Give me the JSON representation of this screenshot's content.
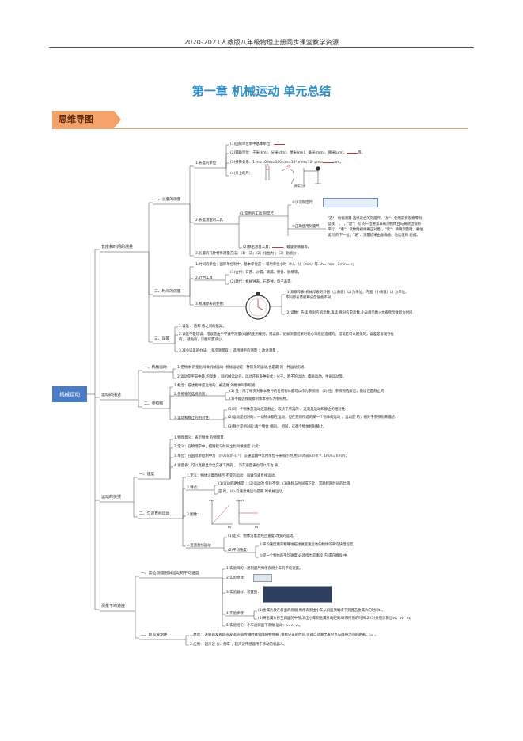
{
  "header": {
    "text": "2020-2021人教版八年级物理上册同步课堂教学资源"
  },
  "title": "第一章 机械运动 单元总结",
  "banner": "思维导图",
  "root": "机械运动",
  "level1": [
    "长度和时间的测量",
    "运动的描述",
    "运动的快慢",
    "测量平均速度"
  ],
  "level2": {
    "length": "一、长度的测量",
    "time": "二、时间的测量",
    "error": "三、误差",
    "mech": "一、机械运动",
    "ref": "二、参照物",
    "speed": "一、速度",
    "uniform": "二、匀速直线运动",
    "exp": "一、实验:测量物体运动的平均速度",
    "ultra": "二、超声波测距"
  },
  "length": {
    "unit": "1.长度的单位",
    "unit_items": [
      "(1)国际单位制中基本单位：",
      "(2)辅助单位：千米(km)、分米(dm)、厘米(cm)、毫米(mm)、微米(μm)、",
      "(3)换算关系：1 m=10dm=100 cm=10³ mm=10⁶ μm=",
      "(4)身上的尺："
    ],
    "unit_suffix2": "等。",
    "unit_suffix3": "nm。",
    "tool": "2.长度测量的工具",
    "tool_common": "(1)常用的工具:刻度尺",
    "tool_know": "①认识刻度尺",
    "tool_use": "②正确使用刻度尺",
    "tool_use_text": [
      "\"选\"：根据测量     选择适合的刻度尺。\"放\"：使用前要观察零刻",
      "度线、     、     ，\"放\"：有     的一边要紧靠被测物体且与被测边保持",
      "平行。   \"看\"：读数时视线要正对着     ，\"读\"：精确测量时，要估",
      "读到     的下一位。\"记\"：测量结果由准确值、估读值和     组成。"
    ],
    "tool_precise": "(2)精密测量工具：",
    "tool_precise_suffix": "、螺旋测微器等。",
    "special": "3.长度的几种特殊测量方法：（1）     法；（2）化曲为     ；（3）化暗为     。"
  },
  "time": {
    "unit": "1.时间的单位：国际单位制中，基本单位是     ；常用单位小时（h）、分（min）等.1h=     min；1min=     s；",
    "tool": "2.计时工具",
    "tool_items": [
      "(1)古代：日晷、沙漏、滴漏、焚香、脉搏等，",
      "(2)现代：机械钟表、石英钟、电子表等."
    ],
    "watch": "3.机械停表的使用:",
    "watch_items": [
      "(1)观察停表:机械停表的外圈（大表盘）以     为单位，内圈（小表盘）以     为单位，",
      "不同停表量程和分度值会不同.",
      "(2)读数：先读     盘对应的示数,再读     盘对应的示数.小表盘示数+大表盘示数即为时间."
    ]
  },
  "error": {
    "items": [
      "1.误差：     值和     值之间的差异。",
      "2.误差不是错误：错误是由于不遵守测量仪器的使用规则，或读数、记录测量结果时粗心等原因造成的。错误是可以避免的，误差是客观存在",
      "的，     避免的，只能尽量减小。",
      "3.减小误差的办法：     多次测量取     ；选用精密的测量     ；改进测量     。"
    ]
  },
  "mech": {
    "items": [
      "1.把物体     的变化叫做机械运动.     机械运动是一种常见的运动,也是最     的一种运动形式.",
      "2.运动是宇宙中最     的现象     ，除机械运动外，运动还有多种形式：分子、原子的运动，电磁运动，生命运动等。"
    ]
  },
  "ref": {
    "items": [
      "1.概念：描述物体是运动的，被选做     的物体叫参照物.",
      "2.参照物的选择原则：",
      "3.运动和静止的相对性:"
    ],
    "rule_items": [
      "(1)     性：除了研究对象本身外的任何物体都可以作为参照物；(2)     性：参照物选好后，假设它是静止的；",
      "(3)不能选择观察对象本身作为参照物。"
    ],
    "rel_items": [
      "(1)同一个物体是运动还是静止，取决于所选的     ，这就是运动和静止的相对性.",
      "(2)运动是相对的，一切物体都在运动，但在我们所选的某一个物体的运动     ，运动是     的，相对于参照物来描述.",
      "(3)静止是相对的:两个物体     相同，     相同，这两个物体相对静止。"
    ]
  },
  "speed": {
    "items": [
      "1.物理意义：表示物体     的物理量.",
      "2.定义：在物理学中，把路程与时间之比叫做速度     公式：",
      "3.单位：在国际单位制中为     （m/s或m·s⁻¹）     交通运输中常用单位千米每小时,用km/h或km·h⁻¹. 1m/s=     km/h；",
      "4.速度表：可以直接显示出交通工具的     ，     汽车速度表也可以作为     表。"
    ]
  },
  "uniform": {
    "items": [
      "1.定义：物体沿着直线且     不变的运动，叫做匀速直线运动。",
      "2.特点：",
      "3.图像：",
      "4.变速直线运动"
    ],
    "feature_items": [
      "(1)运动的路线是     ；(2)运动的     保持不变；(3)路程与时间成正比，其路程随时间的比值",
      "是     的。(4) 匀速直线运动是最     的机械运动。"
    ],
    "graph_labels": [
      "s/m",
      "t/s",
      "v/(m/s)",
      "t/s"
    ],
    "var": [
      "(1)定义：物体沿着直线且速度     改变的运动。",
      "(2)平均速度:",
      "①平均速度用来粗略地描述做变速运动的物体的平均快慢程度.",
      "②提一个物体的平均速度,必须指出是哪段     内,或在哪段     中."
    ]
  },
  "exp": {
    "items": [
      "1.实验目的：用刻度尺和停表测小车的平均速度。",
      "2.实验原理：",
      "3.实验器材、装置图：",
      "4.实验步骤：",
      "5.实验结论：小车沿斜面下滑做     运动：v₁     v₂     v₃。"
    ],
    "steps": [
      "(1)金属片放在斜面的底端,用停表测出小车从斜面顶端滑下到撞击金属片的时间t₁，",
      "(2)将金属片移至斜面的中部,测出小车到金属片的距离S2和所用的时间t2.(3)分别计算出v₁、v₂、v₃。"
    ]
  },
  "ultra": {
    "items": [
      "1.原理：     发射器发射超声波,超声波传播时碰到障碍物会被     ,根据记录的时间,仪器自动算出发射点与障碍之间的距离。s=     。",
      "2.应用：     超声波     仪、倒车     ，超声波传感器用于移动的机器人。"
    ]
  },
  "colors": {
    "title": "#2e8fc8",
    "banner": "#f3a36a",
    "root": "#4a7bc4",
    "blank": "#cc3333"
  }
}
